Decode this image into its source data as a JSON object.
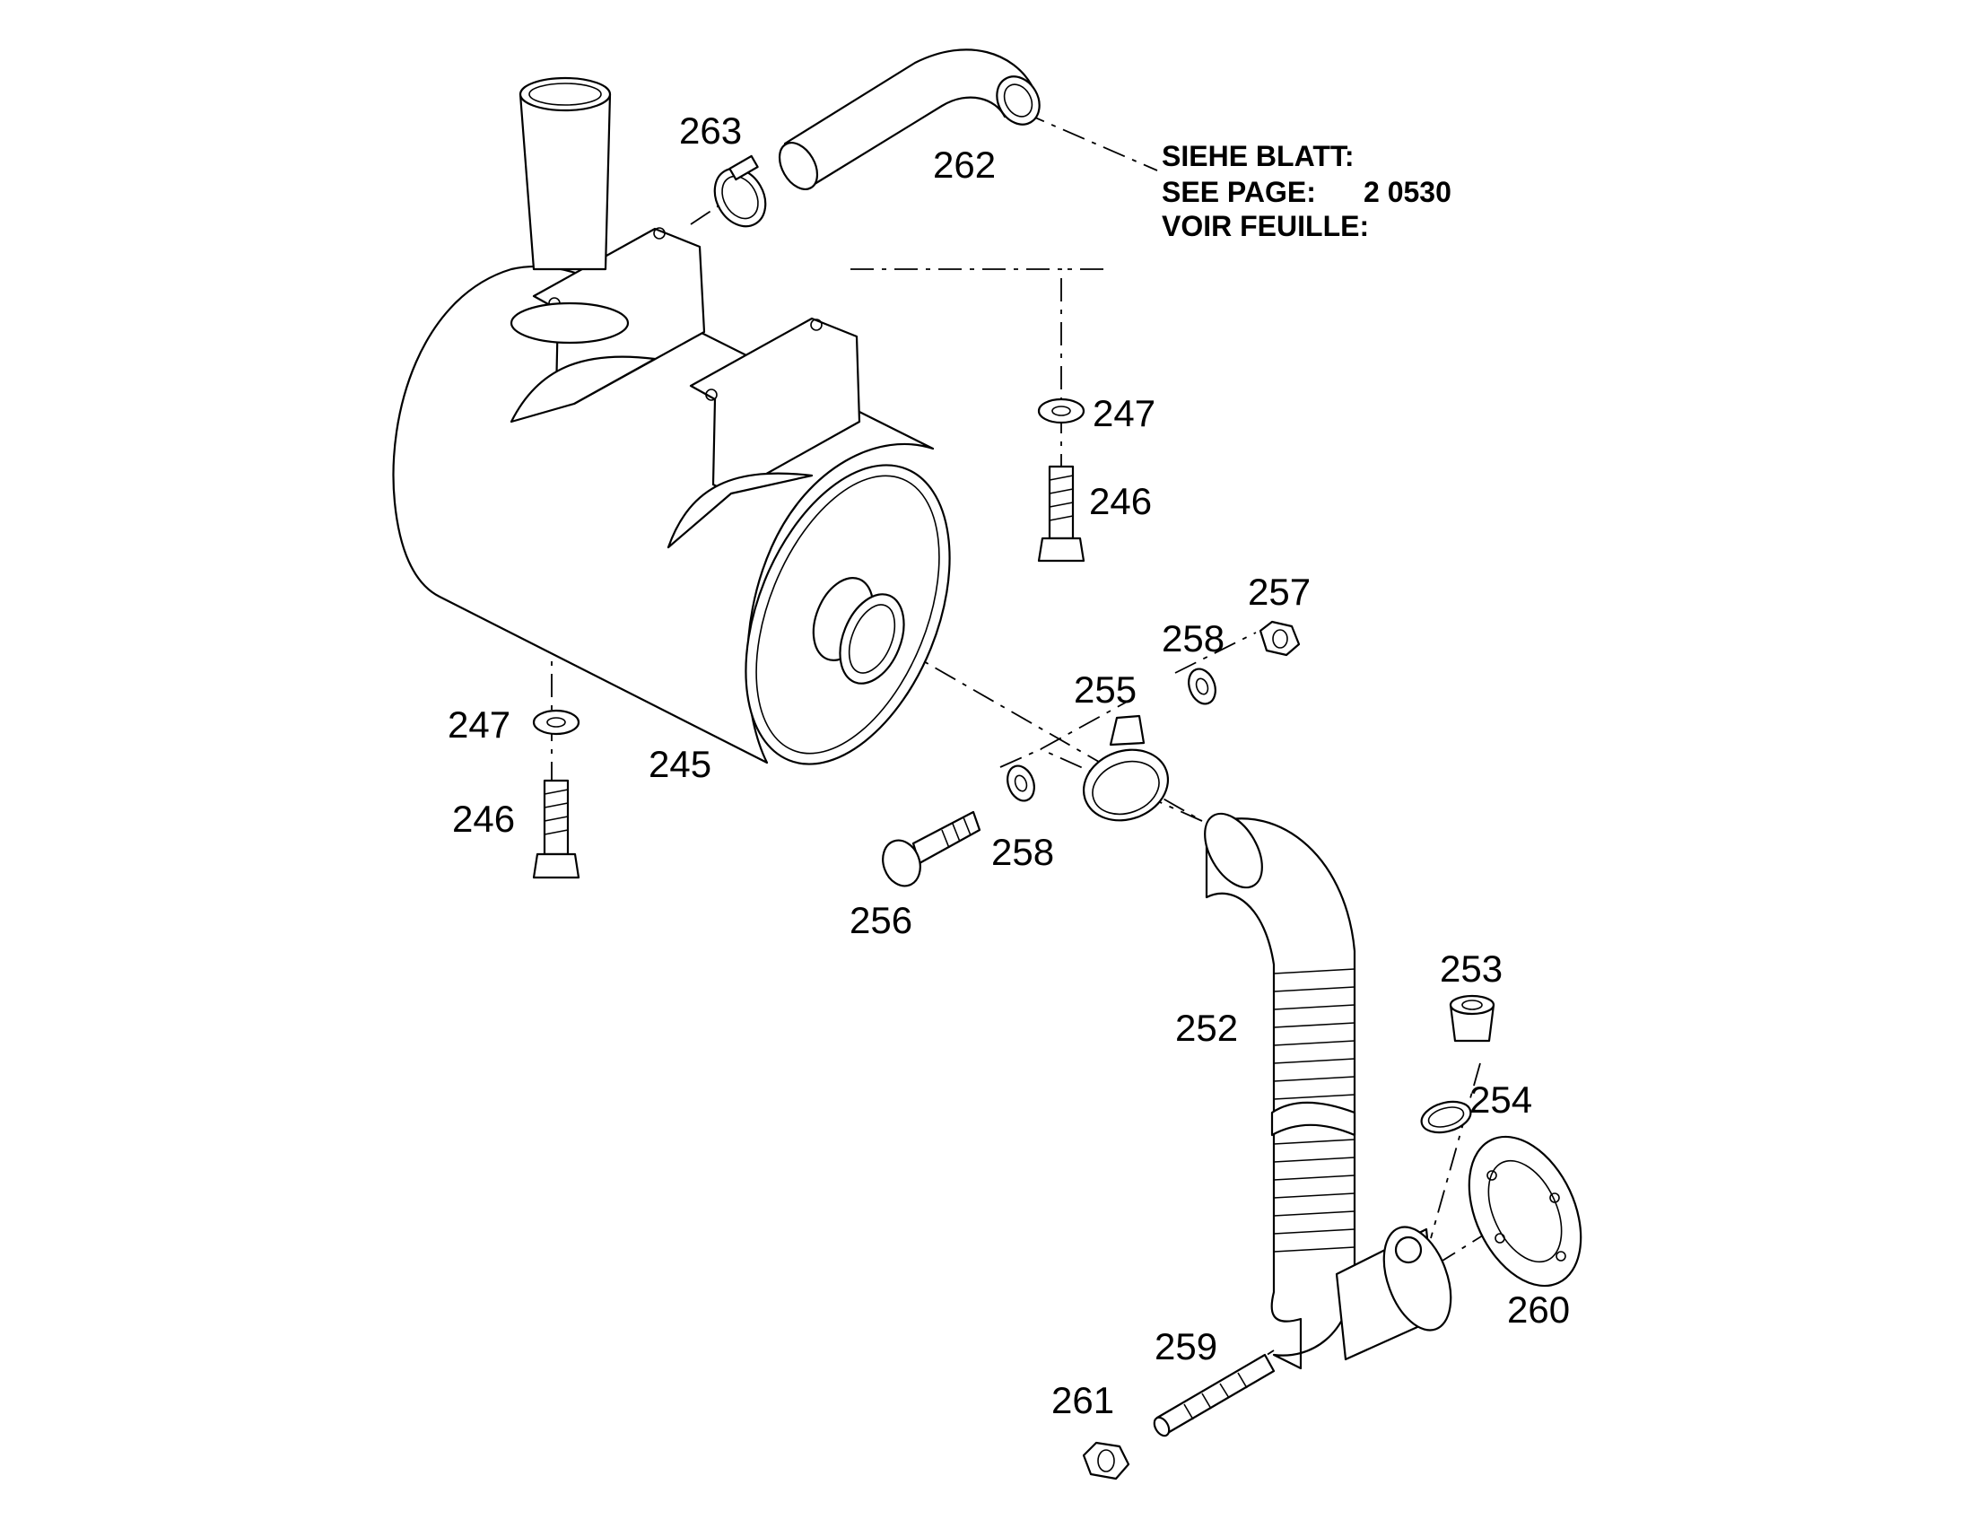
{
  "reference_note": {
    "line1": "SIEHE BLATT:",
    "line2": "SEE PAGE:",
    "line3": "VOIR FEUILLE:",
    "page_number": "2 0530"
  },
  "callouts": {
    "c245": "245",
    "c246a": "246",
    "c246b": "246",
    "c247a": "247",
    "c247b": "247",
    "c252": "252",
    "c253": "253",
    "c254": "254",
    "c255": "255",
    "c256": "256",
    "c257": "257",
    "c258a": "258",
    "c258b": "258",
    "c259": "259",
    "c260": "260",
    "c261": "261",
    "c262": "262",
    "c263": "263"
  },
  "colors": {
    "line": "#000000",
    "background": "#ffffff"
  }
}
